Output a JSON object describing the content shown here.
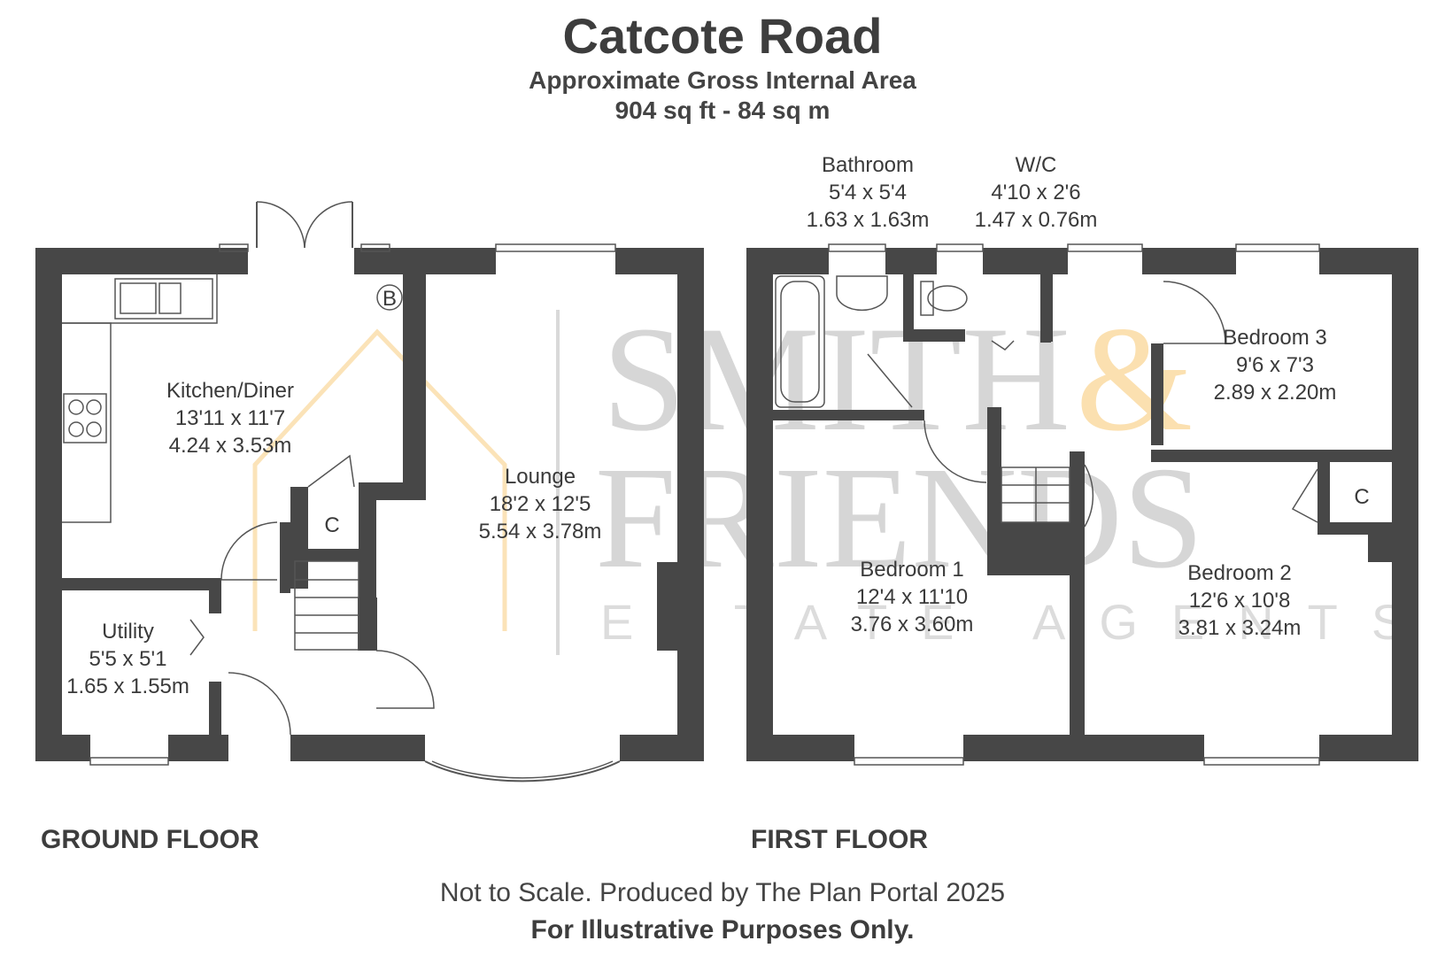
{
  "header": {
    "title": "Catcote Road",
    "subtitle": "Approximate Gross Internal Area",
    "area": "904 sq ft - 84 sq m"
  },
  "ground_floor": {
    "label": "GROUND FLOOR",
    "rooms": [
      {
        "name": "Kitchen/Diner",
        "imperial": "13'11 x 11'7",
        "metric": "4.24 x 3.53m"
      },
      {
        "name": "Lounge",
        "imperial": "18'2 x 12'5",
        "metric": "5.54 x 3.78m"
      },
      {
        "name": "Utility",
        "imperial": "5'5 x 5'1",
        "metric": "1.65 x 1.55m"
      }
    ],
    "cupboard_label": "C",
    "boiler_label": "B"
  },
  "first_floor": {
    "label": "FIRST FLOOR",
    "rooms": [
      {
        "name": "Bathroom",
        "imperial": "5'4 x 5'4",
        "metric": "1.63 x 1.63m"
      },
      {
        "name": "W/C",
        "imperial": "4'10 x 2'6",
        "metric": "1.47 x 0.76m"
      },
      {
        "name": "Bedroom 3",
        "imperial": "9'6 x 7'3",
        "metric": "2.89 x 2.20m"
      },
      {
        "name": "Bedroom 1",
        "imperial": "12'4 x 11'10",
        "metric": "3.76 x 3.60m"
      },
      {
        "name": "Bedroom 2",
        "imperial": "12'6 x 10'8",
        "metric": "3.81 x 3.24m"
      }
    ],
    "cupboard_label": "C"
  },
  "watermark": {
    "line1": "SMITH",
    "ampersand": "&",
    "line2": "FRIENDS",
    "line3": "ESTATE AGENTS"
  },
  "footer": {
    "line1": "Not to Scale. Produced by The Plan Portal 2025",
    "line2": "For Illustrative Purposes Only."
  },
  "colors": {
    "wall": "#474747",
    "watermark_grey": "#d9d9d9",
    "watermark_orange": "#fbe3b8"
  }
}
